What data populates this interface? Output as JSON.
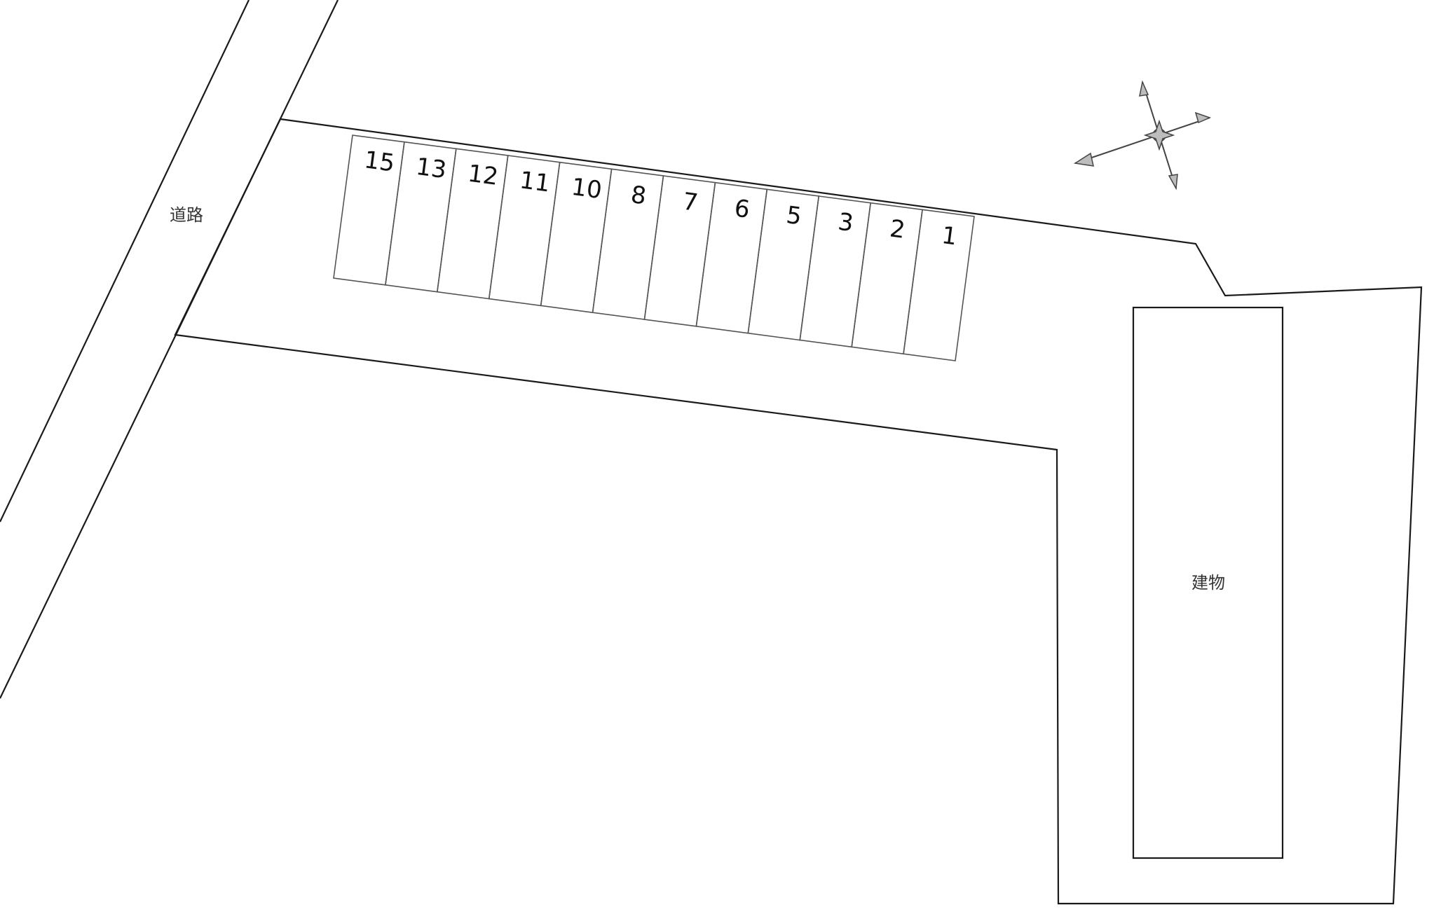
{
  "map": {
    "road_label": "道路",
    "building_label": "建物",
    "compass_icon": "compass-rose-icon",
    "parking_stalls": [
      {
        "number": "15"
      },
      {
        "number": "13"
      },
      {
        "number": "12"
      },
      {
        "number": "11"
      },
      {
        "number": "10"
      },
      {
        "number": "8"
      },
      {
        "number": "7"
      },
      {
        "number": "6"
      },
      {
        "number": "5"
      },
      {
        "number": "3"
      },
      {
        "number": "2"
      },
      {
        "number": "1"
      }
    ]
  }
}
